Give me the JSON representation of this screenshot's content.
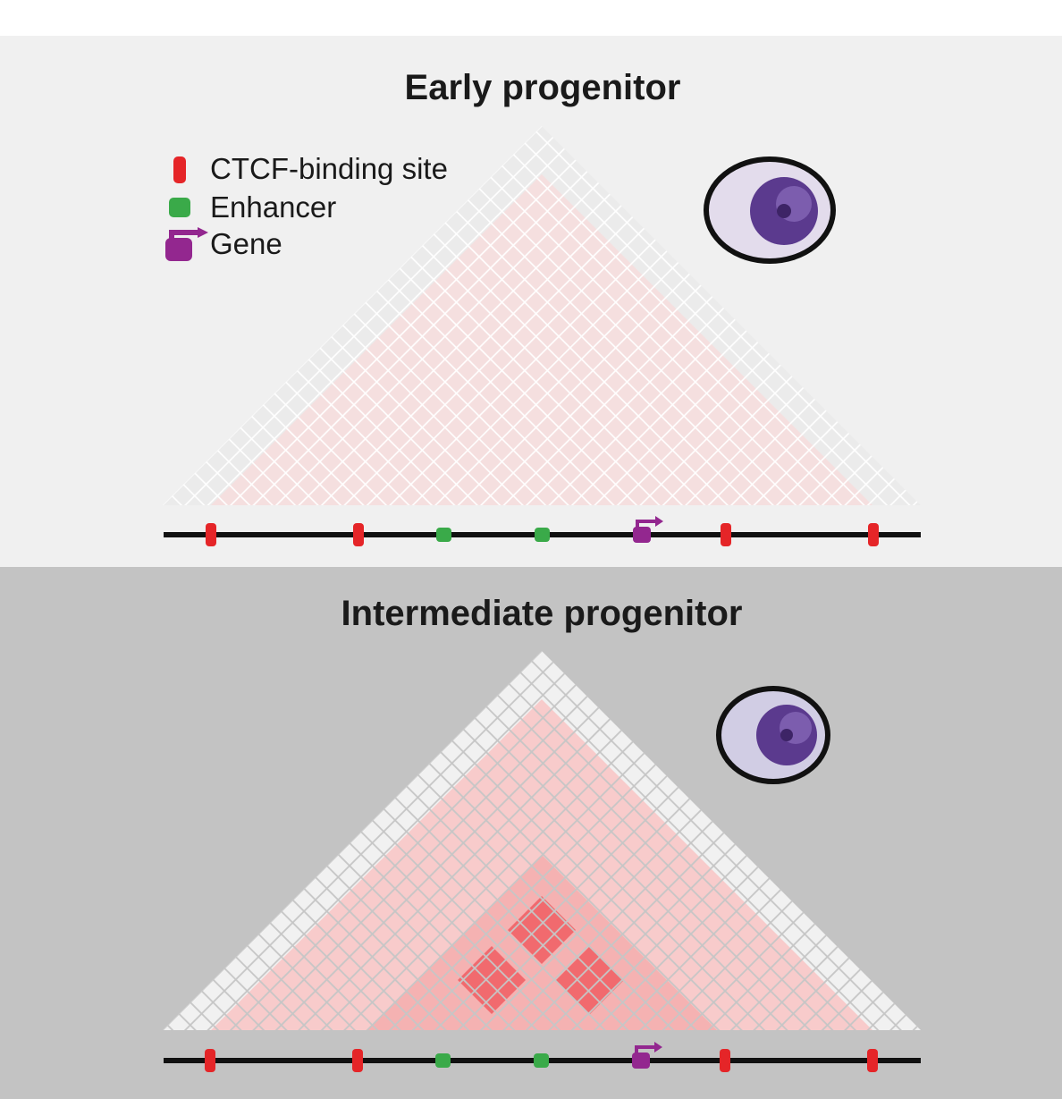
{
  "colors": {
    "early_bg": "#f0f0f0",
    "intermediate_bg": "#c3c3c3",
    "ctcf": "#e52528",
    "enhancer": "#3aaa49",
    "gene": "#93278f",
    "cell_outer": "#d9d0e8",
    "nucleus": "#5b3a8e",
    "tad_pale": "#f4e2e2",
    "tad_light": "#f8c7c7",
    "tad_mid": "#f4aeae",
    "loop": "#f16a6e"
  },
  "legend": {
    "ctcf_label": "CTCF-binding site",
    "enhancer_label": "Enhancer",
    "gene_label": "Gene",
    "icons": [
      "ctcf-site-icon",
      "enhancer-icon",
      "gene-arrow-icon"
    ]
  },
  "panels": [
    {
      "title": "Early progenitor",
      "icon": "cell-icon",
      "track_elements": [
        "CTCF",
        "CTCF",
        "Enhancer",
        "Enhancer",
        "Gene",
        "CTCF",
        "CTCF"
      ]
    },
    {
      "title": "Intermediate progenitor",
      "icon": "cell-icon",
      "track_elements": [
        "CTCF",
        "CTCF",
        "Enhancer",
        "Enhancer",
        "Gene",
        "CTCF",
        "CTCF"
      ]
    }
  ]
}
